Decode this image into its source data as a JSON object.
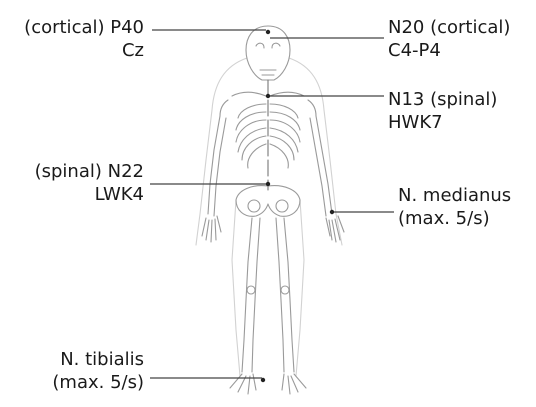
{
  "labels": {
    "p40": {
      "line1": "(cortical) P40",
      "line2": "Cz"
    },
    "n22": {
      "line1": "(spinal) N22",
      "line2": "LWK4"
    },
    "tibialis": {
      "line1": "N. tibialis",
      "line2": "(max. 5/s)"
    },
    "n20": {
      "line1": "N20 (cortical)",
      "line2": "C4-P4"
    },
    "n13": {
      "line1": "N13 (spinal)",
      "line2": "HWK7"
    },
    "medianus": {
      "line1": "N. medianus",
      "line2": "(max. 5/s)"
    }
  },
  "colors": {
    "text": "#1a1a1a",
    "skeleton": "#a0a0a0",
    "leader": "#444444"
  }
}
